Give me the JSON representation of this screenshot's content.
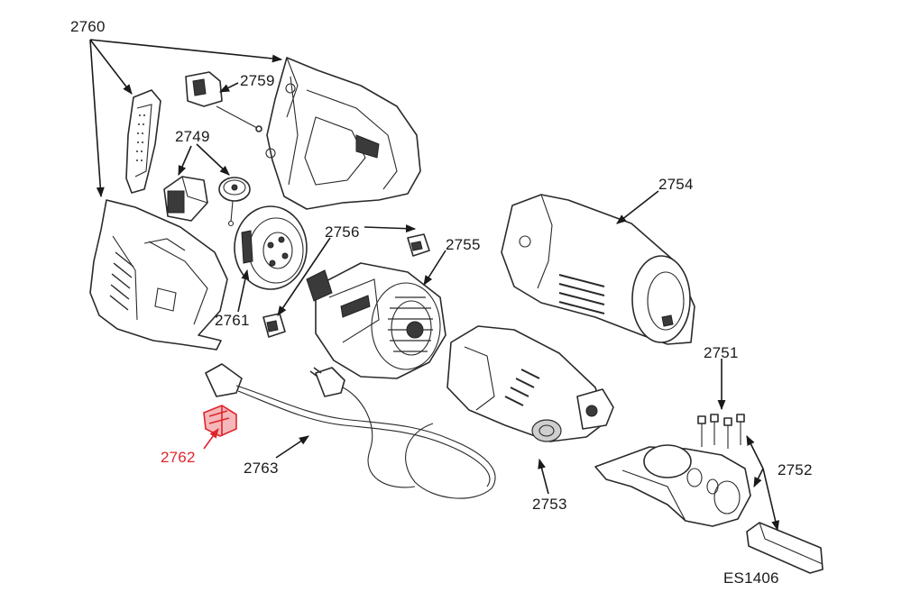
{
  "diagram": {
    "highlight_color": "#e0242c",
    "line_color": "#1a1a1a",
    "parts": [
      {
        "id": "p2760",
        "label": "2760",
        "highlighted": false
      },
      {
        "id": "p2759",
        "label": "2759",
        "highlighted": false
      },
      {
        "id": "p2749",
        "label": "2749",
        "highlighted": false
      },
      {
        "id": "p2754",
        "label": "2754",
        "highlighted": false
      },
      {
        "id": "p2756",
        "label": "2756",
        "highlighted": false
      },
      {
        "id": "p2755",
        "label": "2755",
        "highlighted": false
      },
      {
        "id": "p2761",
        "label": "2761",
        "highlighted": false
      },
      {
        "id": "p2751",
        "label": "2751",
        "highlighted": false
      },
      {
        "id": "p2752",
        "label": "2752",
        "highlighted": false
      },
      {
        "id": "p2762",
        "label": "2762",
        "highlighted": true
      },
      {
        "id": "p2763",
        "label": "2763",
        "highlighted": false
      },
      {
        "id": "p2753",
        "label": "2753",
        "highlighted": false
      },
      {
        "id": "pES1406",
        "label": "ES1406",
        "highlighted": false
      }
    ]
  }
}
